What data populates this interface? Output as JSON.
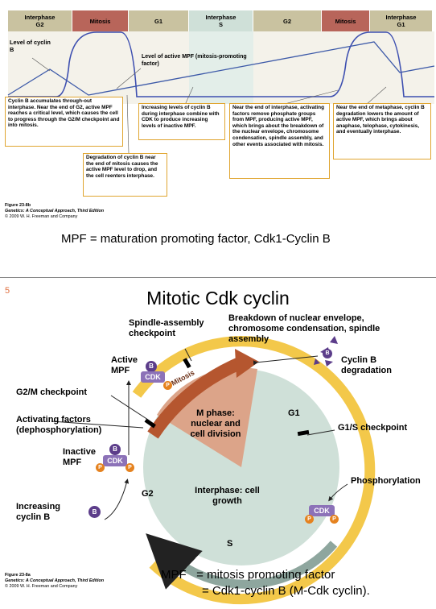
{
  "slide1": {
    "phases": [
      {
        "name": "Interphase",
        "sub": "G2"
      },
      {
        "name": "Mitosis",
        "sub": ""
      },
      {
        "name": "",
        "sub": "G1"
      },
      {
        "name": "Interphase",
        "sub": "S"
      },
      {
        "name": "",
        "sub": "G2"
      },
      {
        "name": "Mitosis",
        "sub": ""
      },
      {
        "name": "Interphase",
        "sub": "G1"
      }
    ],
    "level_cyclin_b": "Level of cyclin B",
    "level_active_mpf": "Level of active MPF (mitosis-promoting factor)",
    "box1": "Cyclin B accumulates through-out interphase. Near the end of G2, active MPF reaches a critical level, which causes the cell to progress through the G2/M checkpoint and into mitosis.",
    "box2": "Degradation of cyclin B near the end of mitosis causes the active MPF level to drop, and the cell reenters interphase.",
    "box3": "Increasing levels of cyclin B during interphase combine with CDK to produce increasing levels of inactive MPF.",
    "box4": "Near the end of interphase, activating factors remove phosphate groups from MPF, producing active MPF, which brings about the breakdown of the nuclear envelope, chromosome condensation, spindle assembly, and other events associated with mitosis.",
    "box5": "Near the end of metaphase, cyclin B degradation lowers the amount of active MPF, which brings about anaphase, telophase, cytokinesis, and eventually interphase.",
    "figure_label": "Figure 23-8b",
    "figure_book": "Genetics: A Conceptual Approach, Third Edition",
    "figure_copy": "© 2009 W. H. Freeman and Company",
    "caption": "MPF = maturation promoting factor, Cdk1-Cyclin B"
  },
  "slide2": {
    "slide_number": "5",
    "title": "Mitotic Cdk cyclin",
    "spindle_checkpoint": "Spindle-assembly checkpoint",
    "breakdown": "Breakdown of nuclear envelope, chromosome condensation, spindle assembly",
    "cyclin_degradation": "Cyclin B degradation",
    "active_mpf": "Active MPF",
    "g2m_checkpoint": "G2/M checkpoint",
    "activating_factors": "Activating factors (dephosphorylation)",
    "inactive_mpf": "Inactive MPF",
    "increasing_cyclin": "Increasing cyclin B",
    "g1s_checkpoint": "G1/S checkpoint",
    "phosphorylation": "Phosphorylation",
    "m_phase": "M phase: nuclear and cell division",
    "interphase": "Interphase: cell growth",
    "mitosis_arc": "Mitosis",
    "g1": "G1",
    "g2": "G2",
    "s": "S",
    "b": "B",
    "p": "P",
    "cdk": "CDK",
    "figure_label": "Figure 23-8a",
    "figure_book": "Genetics: A Conceptual Approach, Third Edition",
    "figure_copy": "© 2009 W. H. Freeman and Company",
    "mpf_def_1": "MPF   = mitosis promoting factor",
    "mpf_def_2": "= Cdk1-cyclin B (M-Cdk cyclin)."
  },
  "colors": {
    "interphase_strip": "#c9c2a0",
    "mitosis_strip": "#b8655a",
    "s_strip": "#cfe0d8",
    "cyclin_line": "#3c59a8",
    "mpf_line": "#3d4fb0",
    "box_border": "#e0a530",
    "cycle_yellow": "#f3c84a",
    "cycle_rust": "#b5562f",
    "cycle_teal": "#8ea69e",
    "nucleus": "#cfe0d8",
    "cyclin_purple": "#5c3d8a",
    "phosphate_orange": "#e5821f"
  }
}
